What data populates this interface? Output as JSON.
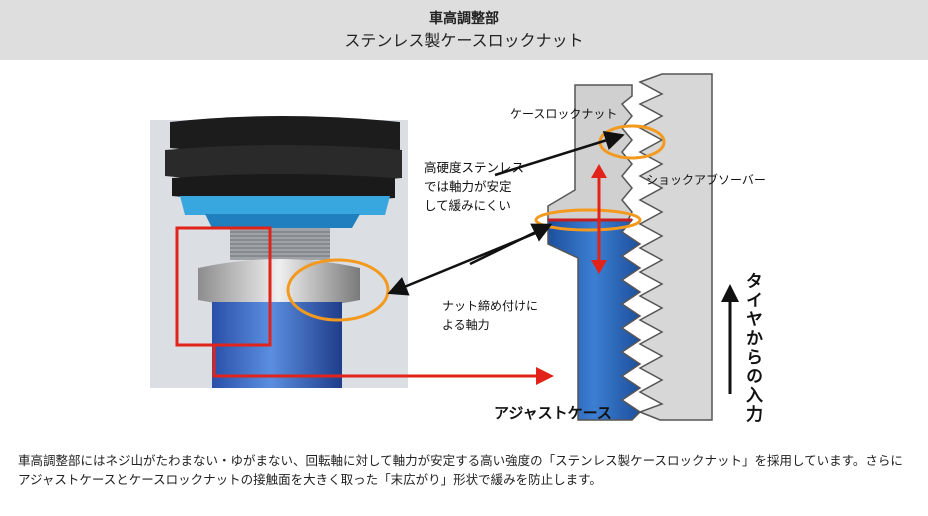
{
  "header": {
    "title_line1": "車高調整部",
    "title_line2": "ステンレス製ケースロックナット"
  },
  "diagram": {
    "label_lock_nut": "ケースロックナット",
    "label_stainless_l1": "高硬度ステンレス",
    "label_stainless_l2": "では軸力が安定",
    "label_stainless_l3": "して緩みにくい",
    "label_shock": "ショックアブソーバー",
    "label_axial_l1": "ナット締め付けに",
    "label_axial_l2": "よる軸力",
    "label_adjust_case": "アジャストケース",
    "label_tire_input": "タイヤからの入力",
    "colors": {
      "highlight_orange": "#f39a1e",
      "arrow_red": "#e2231a",
      "case_blue": "#2e6fc4",
      "nut_gray": "#d0d0d0"
    }
  },
  "caption": {
    "text": "車高調整部にはネジ山がたわまない・ゆがまない、回転軸に対して軸力が安定する高い強度の「ステンレス製ケースロックナット」を採用しています。さらにアジャストケースとケースロックナットの接触面を大きく取った「末広がり」形状で緩みを防止します。"
  }
}
